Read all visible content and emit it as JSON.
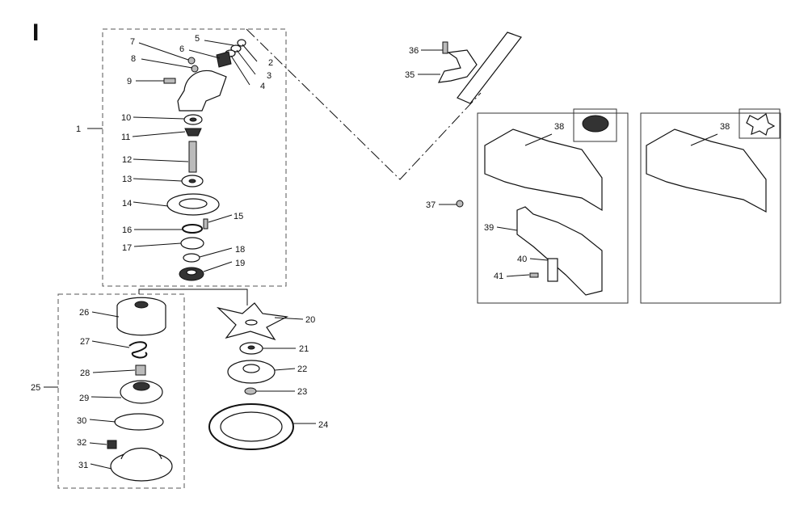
{
  "section_mark": "I",
  "callouts": [
    "1",
    "2",
    "3",
    "4",
    "5",
    "6",
    "7",
    "8",
    "9",
    "10",
    "11",
    "12",
    "13",
    "14",
    "15",
    "16",
    "17",
    "18",
    "19",
    "20",
    "21",
    "22",
    "23",
    "24",
    "25",
    "26",
    "27",
    "28",
    "29",
    "30",
    "31",
    "32",
    "35",
    "36",
    "37",
    "38",
    "38",
    "39",
    "40",
    "41"
  ]
}
